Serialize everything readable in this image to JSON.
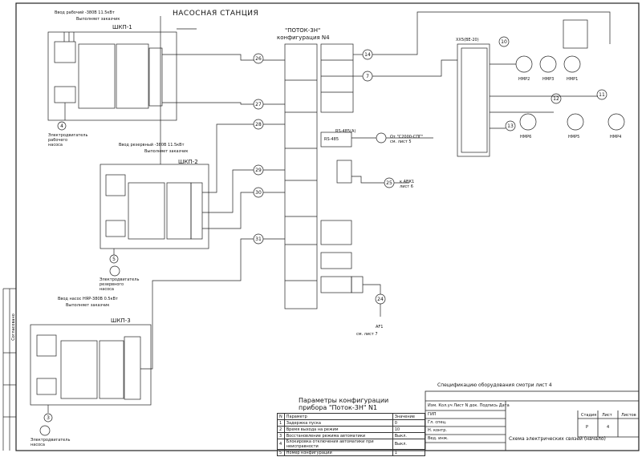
{
  "sheet": {
    "title": "НАСОСНАЯ  СТАНЦИЯ",
    "device_title": "\"ПОТОК-3Н\"",
    "device_subtitle": "конфигурация  N4",
    "panel1": "ШКП-1",
    "panel2": "ШКП-2",
    "panel3": "ШКП-3",
    "panel1_input": "Ввод рабочий  -380В  11.5кВт",
    "panel2_input": "Ввод резервный  -380В  11.5кВт",
    "panel3_input": "Ввод насос НЯР-380В  0.5кВт",
    "exec_note": "Выполняет заказчик",
    "pump1_label": "Электродвигатель рабочего насоса",
    "pump2_label": "Электродвигатель резервного насоса",
    "pump3_label": "Электродвигатель насоса",
    "junction_label": "ХХ5(ВЕ-20)",
    "sensor_labels": [
      "НМР2",
      "НМР3",
      "НМР1",
      "НМР6",
      "НМР5",
      "НМР4"
    ],
    "rs485_label": "RS-485",
    "rs485_device": "RS-485(А)",
    "cable_note": "От \"С2000-СПГ\"  см. лист 5",
    "avr_note": "к АВК1  лист 6",
    "af_label": "АF1",
    "af_note": "см. лист 7",
    "spec_note": "Спецификацию оборудования смотри лист 4",
    "params_title": "Параметры  конфигурации",
    "params_subtitle": "прибора  \"Поток-3Н\"  N1",
    "param_header": [
      "N",
      "Параметр",
      "Значение"
    ],
    "params": [
      {
        "n": "1",
        "name": "Задержка пуска",
        "value": "0"
      },
      {
        "n": "2",
        "name": "Время выхода на режим",
        "value": "10"
      },
      {
        "n": "3",
        "name": "Восстановление режима автоматики",
        "value": "Выкл."
      },
      {
        "n": "4",
        "name": "Блокировка отключения автоматики при неисправности",
        "value": "Выкл."
      },
      {
        "n": "5",
        "name": "Номер конфигурации",
        "value": "1"
      }
    ],
    "stamp_heads": [
      "Изм.",
      "Кол.уч",
      "Лист",
      "N док.",
      "Подпись",
      "Дата"
    ],
    "stamp_rows": [
      "ГИП",
      "Гл. спец.",
      "Н. контр.",
      "Вед. инж."
    ],
    "stamp_stage_head": [
      "Стадия",
      "Лист",
      "Листов"
    ],
    "stamp_stage": [
      "Р",
      "4",
      ""
    ],
    "stamp_desc": "Схема электрических связей (начало)",
    "side_stamp": "Согласовано",
    "circle_numbers": [
      "26",
      "27",
      "28",
      "29",
      "30",
      "31",
      "14",
      "7",
      "10",
      "11",
      "12",
      "13",
      "25",
      "24",
      "4",
      "5",
      "3"
    ]
  }
}
